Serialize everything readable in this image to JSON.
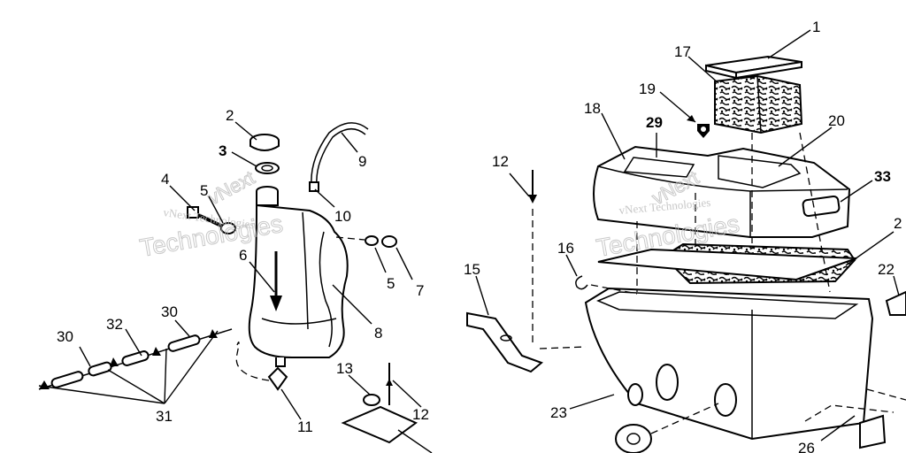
{
  "labels": {
    "p1": "1",
    "p2": "2",
    "p3": "3",
    "p4": "4",
    "p5a": "5",
    "p5b": "5",
    "p6": "6",
    "p7": "7",
    "p8": "8",
    "p9": "9",
    "p10": "10",
    "p11": "11",
    "p12a": "12",
    "p12b": "12",
    "p13": "13",
    "p15": "15",
    "p16": "16",
    "p17": "17",
    "p18": "18",
    "p19": "19",
    "p20": "20",
    "p21": "2",
    "p22": "22",
    "p23": "23",
    "p26": "26",
    "p29": "29",
    "p30a": "30",
    "p30b": "30",
    "p31": "31",
    "p32": "32",
    "p33": "33"
  },
  "watermark": {
    "line1": "vNext",
    "line2": "Technologies",
    "small": "vNext Technologies"
  }
}
